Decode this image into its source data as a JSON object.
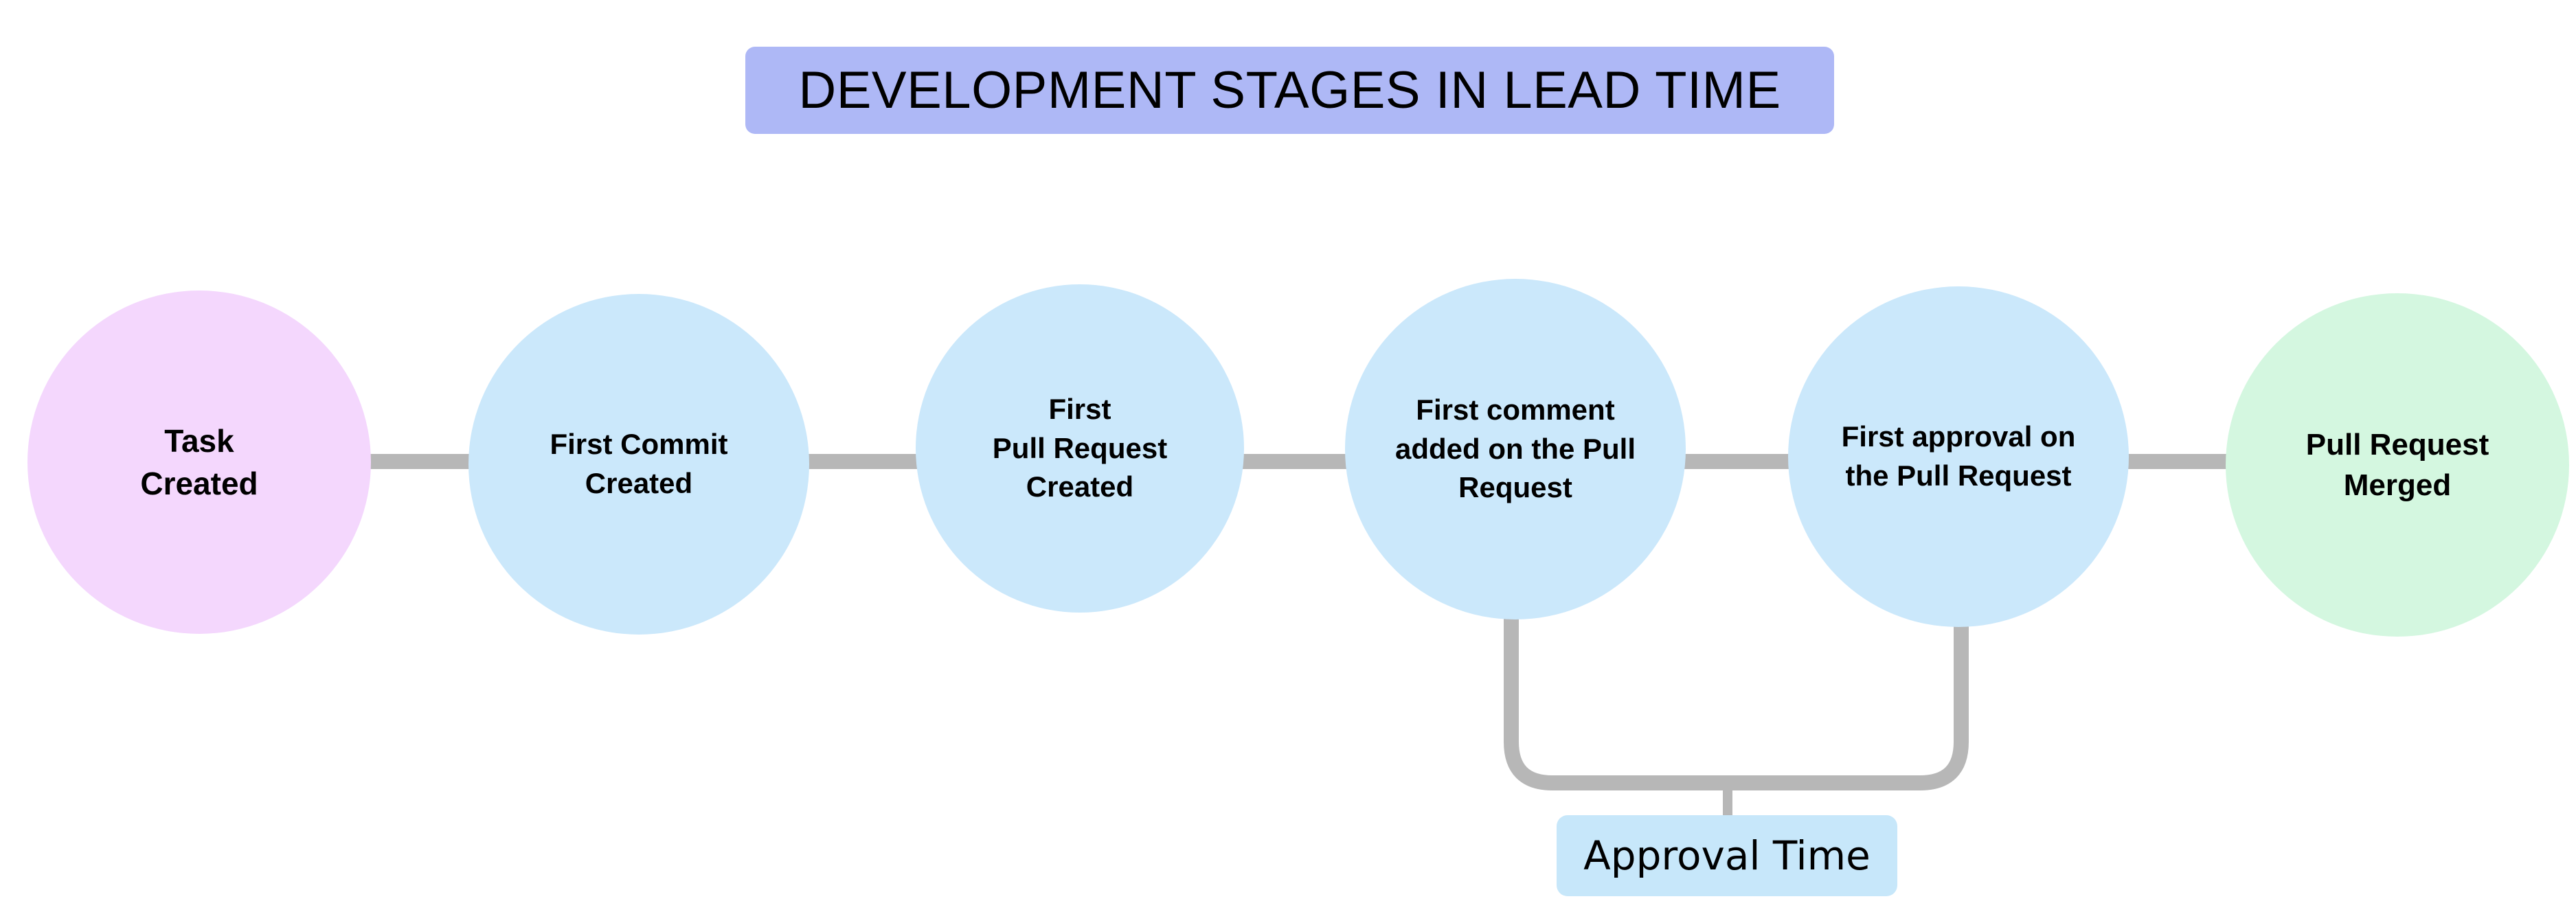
{
  "diagram": {
    "title": "DEVELOPMENT STAGES IN LEAD TIME",
    "title_bg_color": "#AEB8F6",
    "background_color": "#FFFFFF",
    "connector_color": "#B7B7B7",
    "nodes": [
      {
        "id": "task-created",
        "label": "Task\nCreated",
        "color": "#F4D7FD",
        "shape": "circle"
      },
      {
        "id": "first-commit-created",
        "label": "First Commit\nCreated",
        "color": "#CBE8FB",
        "shape": "circle"
      },
      {
        "id": "first-pull-request-created",
        "label": "First\nPull Request\nCreated",
        "color": "#CBE8FB",
        "shape": "circle"
      },
      {
        "id": "first-comment-added",
        "label": "First comment\nadded on the Pull\nRequest",
        "color": "#CBE8FB",
        "shape": "circle"
      },
      {
        "id": "first-approval",
        "label": "First approval on\nthe Pull Request",
        "color": "#CBE8FB",
        "shape": "circle"
      },
      {
        "id": "pull-request-merged",
        "label": "Pull Request\nMerged",
        "color": "#D4F7E0",
        "shape": "circle"
      }
    ],
    "annotation": {
      "label": "Approval Time",
      "bg_color": "#C7E7FA",
      "spans_from": "first-comment-added",
      "spans_to": "first-approval"
    }
  }
}
